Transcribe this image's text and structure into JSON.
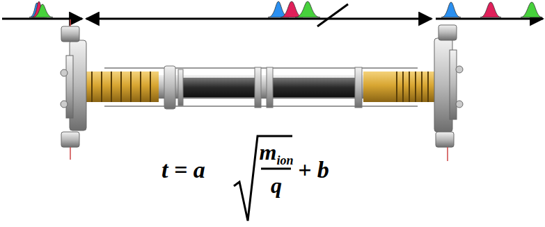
{
  "diagram": {
    "labels": [
      "t = a",
      "m",
      "ion",
      "q",
      "+ b"
    ]
  }
}
